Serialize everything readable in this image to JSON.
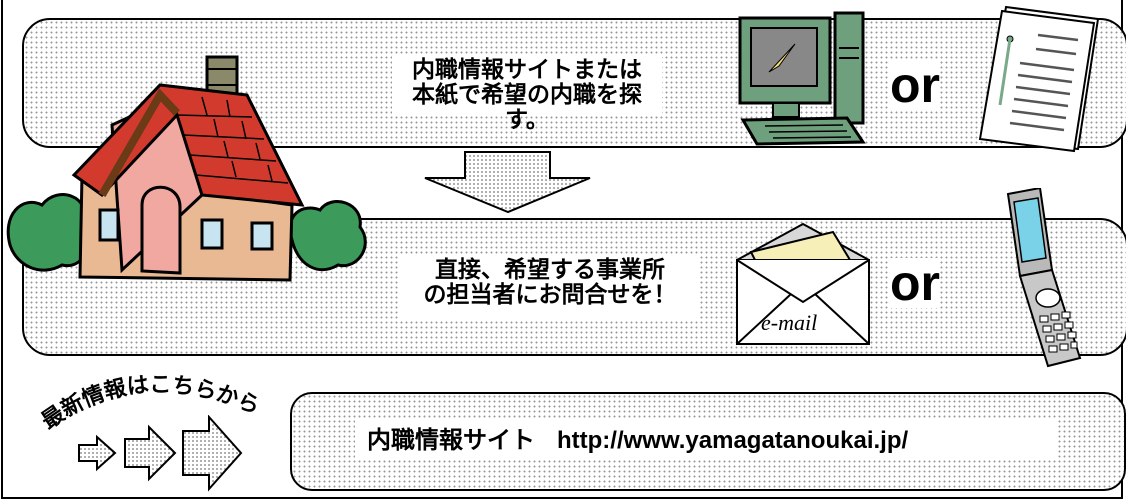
{
  "step1": {
    "line1": "内職情報サイトまたは",
    "line2": "本紙で希望の内職を探す。",
    "or_label": "or"
  },
  "step2": {
    "line1": "直接、希望する事業所",
    "line2": "の担当者にお問合せを！",
    "or_label": "or",
    "envelope_label": "e-mail"
  },
  "footer": {
    "banner": "最新情報はこちらから",
    "site_label": "内職情報サイト",
    "url": "http://www.yamagatanoukai.jp/"
  },
  "icons": [
    "house-icon",
    "computer-icon",
    "document-icon",
    "down-arrow-icon",
    "envelope-icon",
    "mobile-phone-icon",
    "right-arrow-icon"
  ]
}
